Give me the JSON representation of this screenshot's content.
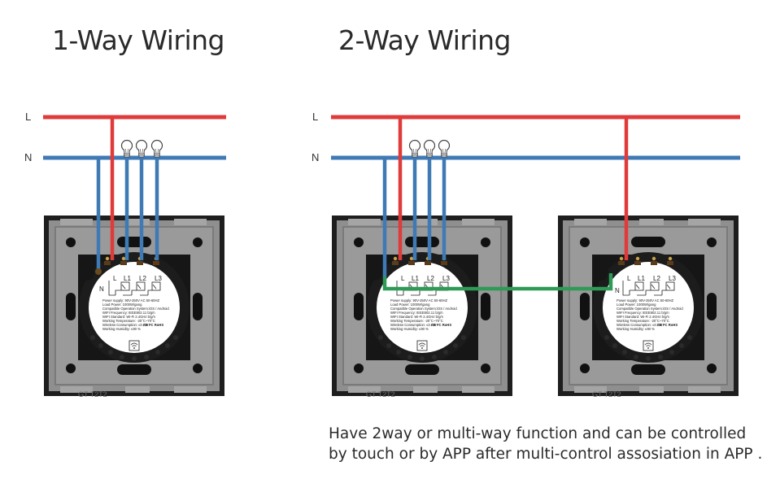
{
  "titles": {
    "one_way": "1-Way Wiring",
    "two_way": "2-Way Wiring"
  },
  "wire_labels": {
    "live": "L",
    "neutral": "N"
  },
  "colors": {
    "live_wire": "#e03a3a",
    "neutral_wire": "#3f7ab5",
    "traveler_wire": "#2f9a57",
    "plate_frame": "#1e1e1e",
    "plate_body": "#8d8d8d",
    "module_body": "#151515",
    "label_disc": "#ffffff"
  },
  "switch_module": {
    "terminal_labels": [
      "L",
      "L1",
      "L2",
      "L3"
    ],
    "neutral_label": "N",
    "specs": [
      "Power supply: 90V-250V AC  50-60HZ",
      "Load Power: 1000W/gang",
      "Compatible Operation System:iOS / Android",
      "WIFI Frequency: IEEE802.11 b/g/n",
      "WIFI Standard: Wi-Fi 2.4GHz b/g/n",
      "Working Temperature: -20°C~70°C",
      "Wireless Consumption: ≤0.2W",
      "Working Humidity: ≤90 %"
    ],
    "certifications": "CE FC RoHS",
    "icon": "wifi-icon"
  },
  "lamps": {
    "count_per_diagram": 3,
    "icon": "light-bulb-icon"
  },
  "caption": {
    "line1": "Have 2way or multi-way function and can be controlled",
    "line2": "by touch or by APP after multi-control assosiation in APP ."
  }
}
